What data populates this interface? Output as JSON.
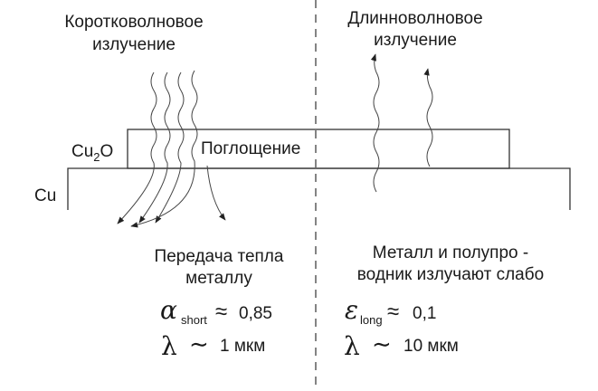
{
  "labels": {
    "shortwave_line1": "Коротковолновое",
    "shortwave_line2": "излучение",
    "longwave_line1": "Длинноволновое",
    "longwave_line2": "излучение",
    "oxide": "Cu",
    "oxide_sub": "2",
    "oxide_tail": "O",
    "metal": "Cu",
    "absorption": "Поглощение",
    "heat_line1": "Передача тепла",
    "heat_line2": "металлу",
    "emit_line1": "Металл и полупро -",
    "emit_line2": "водник излучают слабо"
  },
  "formulas": {
    "alpha_symbol": "α",
    "alpha_sub": "short",
    "alpha_rel": "≈",
    "alpha_value": "0,85",
    "eps_symbol": "ε",
    "eps_sub": "long",
    "eps_rel": "≈",
    "eps_value": "0,1",
    "lambda_symbol": "λ",
    "lambda_rel": "∼",
    "lambda_short_value": "1 мкм",
    "lambda_long_value": "10 мкм"
  }
}
